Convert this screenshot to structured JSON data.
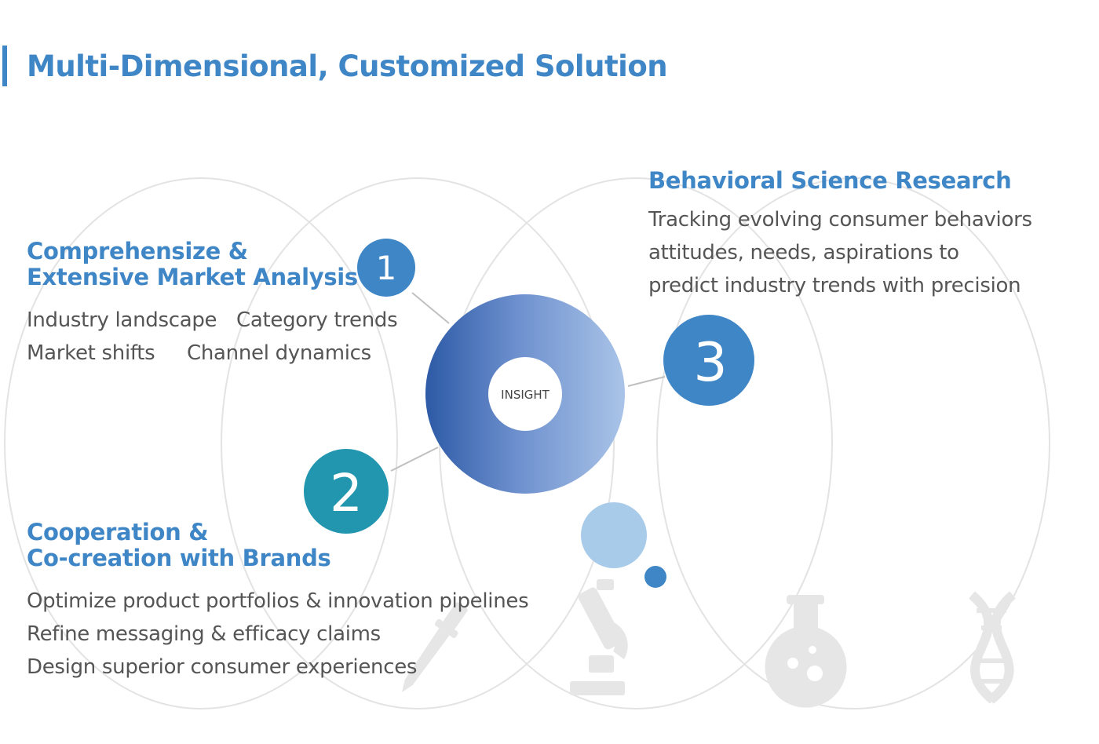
{
  "header": {
    "title": "Multi-Dimensional, Customized Solution"
  },
  "diagram": {
    "center_label": "INSIGHT",
    "nodes": [
      {
        "number": "1",
        "color": "#3f86c7"
      },
      {
        "number": "2",
        "color": "#2196ae"
      },
      {
        "number": "3",
        "color": "#3f86c7"
      }
    ],
    "icons": [
      "dropper-icon",
      "microscope-icon",
      "flask-icon",
      "dna-icon"
    ],
    "colors": {
      "gradient_start": "#2d5aa6",
      "gradient_mid": "#6c8fcd",
      "gradient_end": "#aac4e8",
      "bubble_light": "#a9cbea",
      "bubble_dark": "#3f86c7",
      "ellipse_stroke": "#e3e3e3",
      "connector": "#c0c0c0",
      "icon": "#e6e6e6"
    }
  },
  "sections": {
    "market_analysis": {
      "title_line1": "Comprehensize &",
      "title_line2": "Extensive Market Analysis",
      "items": [
        "Industry landscape",
        "Category trends",
        "Market shifts",
        "Channel dynamics"
      ]
    },
    "cocreation": {
      "title_line1": "Cooperation &",
      "title_line2": "Co-creation with Brands",
      "items": [
        "Optimize product portfolios & innovation pipelines",
        "Refine messaging & efficacy claims",
        "Design superior consumer experiences"
      ]
    },
    "behavioral": {
      "title": "Behavioral Science Research",
      "lines": [
        "Tracking evolving consumer behaviors",
        "attitudes, needs, aspirations to",
        "predict industry trends with precision"
      ]
    }
  }
}
